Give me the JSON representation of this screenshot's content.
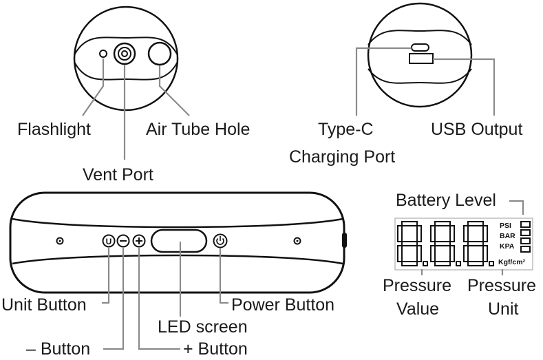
{
  "labels": {
    "flashlight": "Flashlight",
    "air_tube_hole": "Air Tube Hole",
    "vent_port": "Vent Port",
    "type_c": "Type-C",
    "charging_port": "Charging Port",
    "usb_output": "USB Output",
    "battery_level": "Battery Level",
    "pressure_value_line1": "Pressure",
    "pressure_value_line2": "Value",
    "pressure_unit_line1": "Pressure",
    "pressure_unit_line2": "Unit",
    "unit_button": "Unit Button",
    "minus_button": "– Button",
    "plus_button": "+ Button",
    "led_screen": "LED screen",
    "power_button": "Power Button"
  },
  "display": {
    "units": [
      "PSI",
      "BAR",
      "KPA",
      "Kgf/cm²"
    ],
    "battery_segments": 4,
    "digits": 3
  },
  "button_glyphs": {
    "unit": "U",
    "minus": "−",
    "plus": "+"
  }
}
